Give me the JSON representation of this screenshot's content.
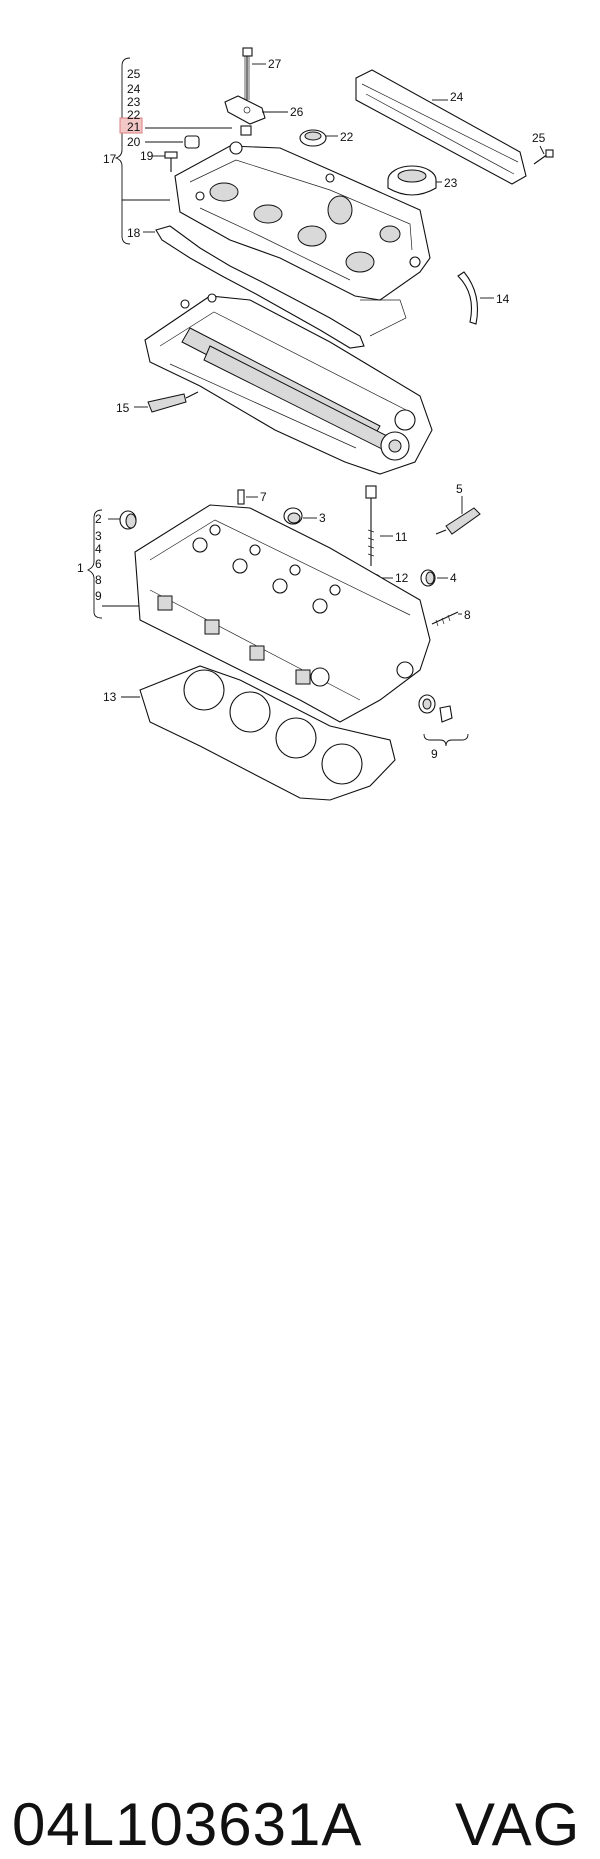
{
  "callouts": {
    "c1": "1",
    "c2": "2",
    "c3": "3",
    "c4": "4",
    "c5": "5",
    "c6": "6",
    "c7": "7",
    "c8": "8",
    "c9": "9",
    "c11": "11",
    "c12": "12",
    "c13": "13",
    "c14": "14",
    "c15": "15",
    "c17": "17",
    "c18": "18",
    "c19": "19",
    "c20": "20",
    "c21": "21",
    "c22": "22",
    "c23": "23",
    "c24": "24",
    "c25": "25",
    "c26": "26",
    "c27": "27",
    "group17": [
      "25",
      "24",
      "23",
      "22",
      "21",
      "20"
    ],
    "group1": [
      "2",
      "3",
      "4",
      "6",
      "8",
      "9"
    ],
    "c6_head": "6",
    "c4_head": "4",
    "c9_bottom": "9"
  },
  "highlight": {
    "label": "21",
    "color": "#f4c7c7",
    "border": "#d98080"
  },
  "caption": {
    "part_number": "04L103631A",
    "brand": "VAG"
  }
}
